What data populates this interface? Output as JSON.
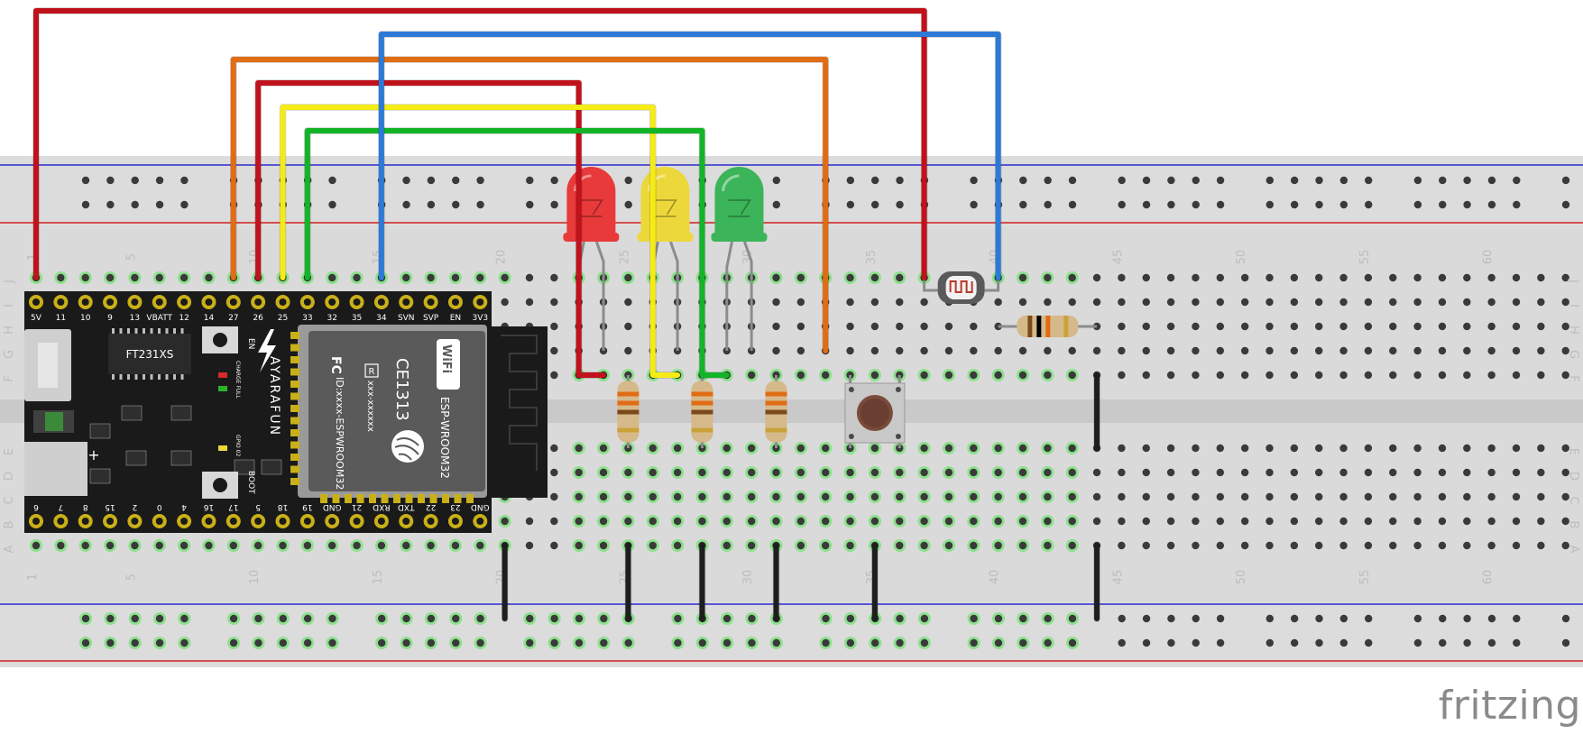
{
  "breadboard": {
    "columns": 63,
    "column_numbers": [
      "1",
      "5",
      "10",
      "15",
      "20",
      "25",
      "30",
      "35",
      "40",
      "45",
      "50",
      "55",
      "60"
    ],
    "row_letters_top": [
      "J",
      "I",
      "H",
      "G",
      "F"
    ],
    "row_letters_bottom": [
      "E",
      "D",
      "C",
      "B",
      "A"
    ]
  },
  "esp32": {
    "pins_top": [
      "5V",
      "11",
      "10",
      "9",
      "13",
      "VBATT",
      "12",
      "14",
      "27",
      "26",
      "25",
      "33",
      "32",
      "35",
      "34",
      "SVN",
      "SVP",
      "EN",
      "3V3"
    ],
    "pins_bottom": [
      "6",
      "7",
      "8",
      "15",
      "2",
      "0",
      "4",
      "16",
      "17",
      "5",
      "18",
      "19",
      "GND",
      "21",
      "RXD",
      "TXD",
      "22",
      "23",
      "GND"
    ],
    "usb_chip": "FT231XS",
    "brand": "AYARAFUN",
    "button_en": "EN",
    "button_boot": "BOOT",
    "charge_label": "CHARGE FULL",
    "gpio_label": "GPIO 02",
    "module_name": "ESP-WROOM32",
    "module_cert": "CE1313",
    "module_fcc": "FC",
    "module_fcc_id": "ID:xxxx-ESPWROOM32",
    "module_r": "R",
    "module_r_id": "xxx-xxxxxx",
    "module_wifi": "WiFi",
    "plus_sign": "+"
  },
  "leds": [
    {
      "color": "#e83a3a"
    },
    {
      "color": "#ecd83a"
    },
    {
      "color": "#3cb45a"
    }
  ],
  "wires": {
    "red": "#c0121c",
    "orange": "#e06c14",
    "yellow": "#f4ec14",
    "green": "#14b428",
    "blue": "#2c7ad6",
    "black": "#1e1e1e"
  },
  "watermark": "fritzing"
}
